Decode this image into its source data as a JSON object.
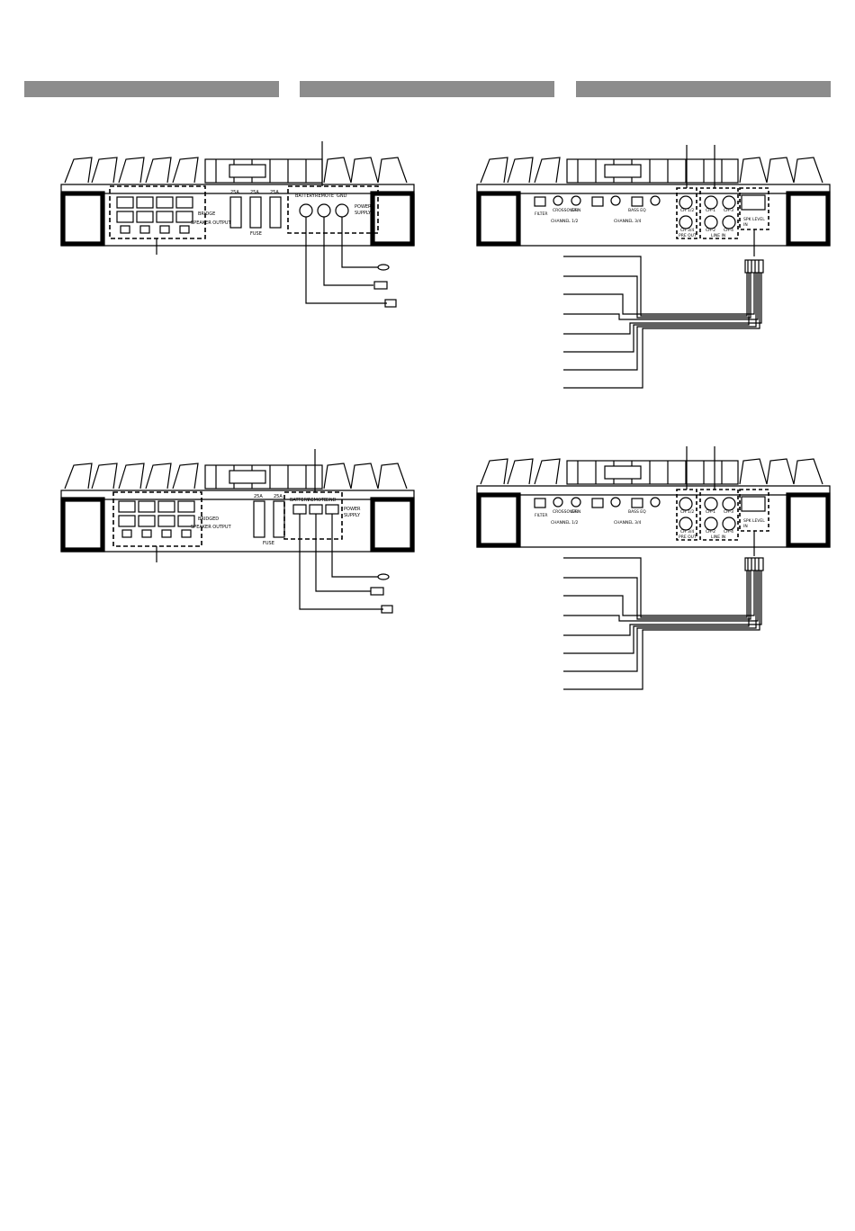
{
  "header_bars": [
    "",
    "",
    ""
  ],
  "diagrams": {
    "top_left": {
      "panel_labels": {
        "speaker_output": "SPEAKER OUTPUT",
        "bridge": "BRIDGE",
        "fuse": "FUSE",
        "fuse_rating_1": "25A",
        "fuse_rating_2": "25A",
        "fuse_rating_3": "25A",
        "battery": "BATTERY",
        "remote": "REMOTE",
        "gnd": "GND",
        "power_supply_1": "POWER",
        "power_supply_2": "SUPPLY"
      }
    },
    "bottom_left": {
      "panel_labels": {
        "speaker_output": "SPEAKER OUTPUT",
        "bridged": "BRIDGED",
        "fuse": "FUSE",
        "fuse_rating_1": "25A",
        "fuse_rating_2": "25A",
        "battery": "BATTERY",
        "remote": "REMOTE",
        "gnd": "GND",
        "power_supply_1": "POWER",
        "power_supply_2": "SUPPLY"
      }
    },
    "top_right": {
      "panel_labels": {
        "filter": "FILTER",
        "crossover": "CROSSOVER",
        "gain": "GAIN",
        "bass_eq": "BASS EQ",
        "channel_12": "CHANNEL 1/2",
        "channel_34": "CHANNEL 3/4",
        "pre_out": "PRE OUT",
        "line_in": "LINE IN",
        "ch_12": "CH 1/2",
        "ch_34": "CH 3/4",
        "ch_1": "CH-1",
        "ch_2": "CH-2",
        "ch_3": "CH-3",
        "ch_4": "CH-4",
        "spk_level": "SPK LEVEL",
        "in": "IN"
      }
    },
    "bottom_right": {
      "panel_labels": {
        "filter": "FILTER",
        "crossover": "CROSSOVER",
        "gain": "GAIN",
        "bass_eq": "BASS EQ",
        "channel_12": "CHANNEL 1/2",
        "channel_34": "CHANNEL 3/4",
        "pre_out": "PRE OUT",
        "line_in": "LINE IN",
        "ch_12": "CH 1/2",
        "ch_34": "CH 3/4",
        "ch_1": "CH-1",
        "ch_2": "CH-2",
        "ch_3": "CH-3",
        "ch_4": "CH-4",
        "spk_level": "SPK LEVEL",
        "in": "IN"
      }
    }
  }
}
